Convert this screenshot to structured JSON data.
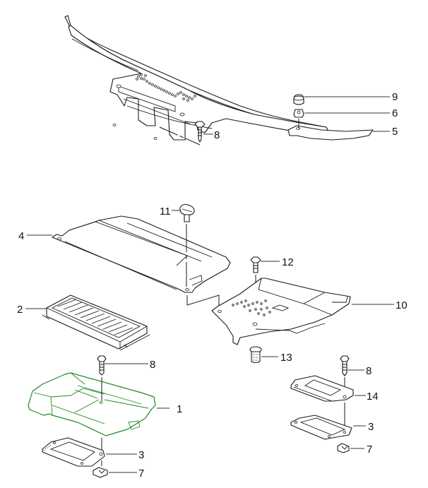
{
  "diagram": {
    "title": "Exploded parts diagram - cowl panel and service covers",
    "accent_color": "#1f8a1f",
    "callouts": [
      {
        "id": "cowl-clip-9",
        "number": "9"
      },
      {
        "id": "nut-6",
        "number": "6"
      },
      {
        "id": "bracket-5",
        "number": "5"
      },
      {
        "id": "screw-8-top",
        "number": "8"
      },
      {
        "id": "bolt-11",
        "number": "11"
      },
      {
        "id": "cover-4",
        "number": "4"
      },
      {
        "id": "bolt-12",
        "number": "12"
      },
      {
        "id": "filter-2",
        "number": "2"
      },
      {
        "id": "tray-10",
        "number": "10"
      },
      {
        "id": "screw-8-mid",
        "number": "8"
      },
      {
        "id": "plug-13",
        "number": "13"
      },
      {
        "id": "cover-1",
        "number": "1"
      },
      {
        "id": "gasket-3-left",
        "number": "3"
      },
      {
        "id": "clip-7-left",
        "number": "7"
      },
      {
        "id": "screw-8-right",
        "number": "8"
      },
      {
        "id": "cover-14",
        "number": "14"
      },
      {
        "id": "gasket-3-right",
        "number": "3"
      },
      {
        "id": "clip-7-right",
        "number": "7"
      }
    ],
    "highlighted_part": "1"
  }
}
